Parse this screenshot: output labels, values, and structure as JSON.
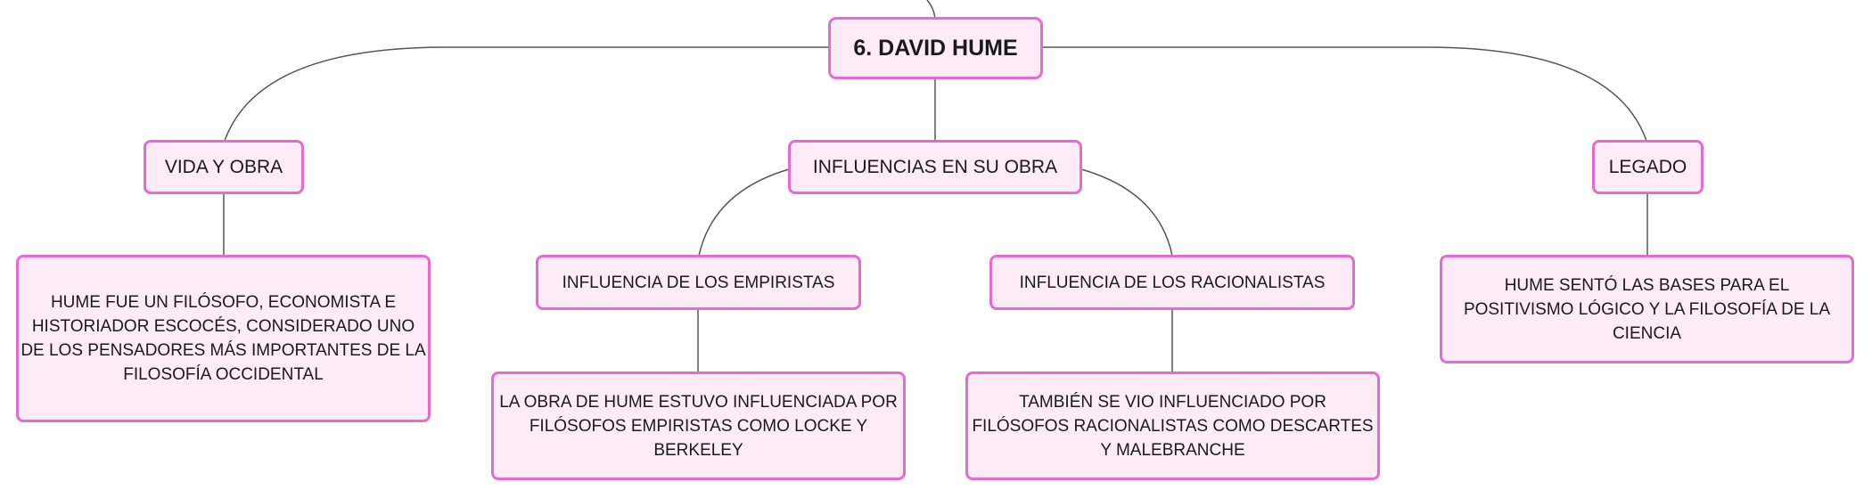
{
  "root": {
    "label": "6. DAVID HUME"
  },
  "branches": [
    {
      "label": "VIDA Y OBRA",
      "detail": "HUME FUE UN FILÓSOFO, ECONOMISTA E HISTORIADOR ESCOCÉS, CONSIDERADO UNO DE LOS PENSADORES MÁS IMPORTANTES DE LA FILOSOFÍA OCCIDENTAL"
    },
    {
      "label": "INFLUENCIAS EN SU OBRA",
      "children": [
        {
          "label": "INFLUENCIA DE LOS EMPIRISTAS",
          "detail": "LA OBRA DE HUME ESTUVO INFLUENCIADA POR FILÓSOFOS EMPIRISTAS COMO LOCKE Y BERKELEY"
        },
        {
          "label": "INFLUENCIA DE LOS RACIONALISTAS",
          "detail": "TAMBIÉN SE VIO INFLUENCIADO POR FILÓSOFOS RACIONALISTAS COMO DESCARTES Y MALEBRANCHE"
        }
      ]
    },
    {
      "label": "LEGADO",
      "detail": "HUME SENTÓ LAS BASES PARA EL POSITIVISMO LÓGICO Y LA FILOSOFÍA DE LA CIENCIA"
    }
  ],
  "colors": {
    "node_fill": "#fdebf7",
    "node_border": "#e56bd3",
    "connector": "#555555"
  }
}
